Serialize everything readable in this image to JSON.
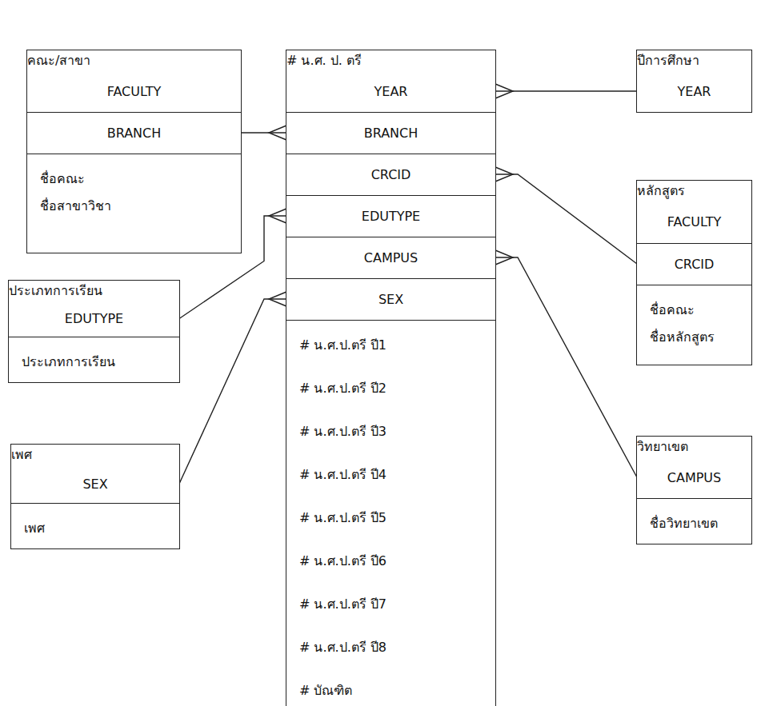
{
  "diagram": {
    "nodes": [
      {
        "text": [
          "คณะ/สาขา"
        ]
      },
      {
        "text": [
          "FACULTY"
        ],
        "in": 0
      },
      {
        "text": [
          "BRANCH"
        ],
        "in": 0
      },
      {
        "text": [
          "ชื่อคณะ",
          "ชื่อสาขาวิชา"
        ],
        "in": 0
      },
      {
        "text": [
          "# น.ศ. ป. ตรี"
        ]
      },
      {
        "text": [
          "YEAR"
        ],
        "in": 4
      },
      {
        "text": [
          "BRANCH"
        ],
        "in": 4
      },
      {
        "text": [
          "CRCID"
        ],
        "in": 4
      },
      {
        "text": [
          "EDUTYPE"
        ],
        "in": 4
      },
      {
        "text": [
          "CAMPUS"
        ],
        "in": 4
      },
      {
        "text": [
          "SEX"
        ],
        "in": 4
      },
      {
        "text": [
          "# น.ศ.ป.ตรี ปี1",
          "# น.ศ.ป.ตรี ปี2",
          "# น.ศ.ป.ตรี ปี3",
          "# น.ศ.ป.ตรี ปี4",
          "# น.ศ.ป.ตรี ปี5",
          "# น.ศ.ป.ตรี ปี6",
          "# น.ศ.ป.ตรี ปี7",
          "# น.ศ.ป.ตรี ปี8",
          "# บัณฑิต"
        ],
        "in": 4
      },
      {
        "text": [
          "ปีการศึกษา"
        ]
      },
      {
        "text": [
          "YEAR"
        ],
        "in": 12
      },
      {
        "text": [
          "หลักสูตร"
        ]
      },
      {
        "text": [
          "FACULTY"
        ],
        "in": 14
      },
      {
        "text": [
          "CRCID"
        ],
        "in": 14
      },
      {
        "text": [
          "ชื่อคณะ",
          "ชื่อหลักสูตร"
        ],
        "in": 14
      },
      {
        "text": [
          "ประเภทการเรียน"
        ]
      },
      {
        "text": [
          "EDUTYPE"
        ],
        "in": 18
      },
      {
        "text": [
          "ประเภทการเรียน"
        ],
        "in": 18
      },
      {
        "text": [
          "เพศ"
        ]
      },
      {
        "text": [
          "SEX"
        ],
        "in": 21
      },
      {
        "text": [
          "เพศ"
        ],
        "in": 21
      },
      {
        "text": [
          "วิทยาเขต"
        ]
      },
      {
        "text": [
          "CAMPUS"
        ],
        "in": 24
      },
      {
        "text": [
          "ชื่อวิทยาเขต"
        ],
        "in": 24
      }
    ],
    "edges": [
      {
        "from": 13,
        "to": 5,
        "arrow": "to"
      },
      {
        "from": 2,
        "to": 6,
        "arrow": "to"
      },
      {
        "from": 16,
        "to": 7,
        "arrow": "to"
      },
      {
        "from": 19,
        "to": 8,
        "arrow": "to"
      },
      {
        "from": 25,
        "to": 9,
        "arrow": "to"
      },
      {
        "from": 22,
        "to": 10,
        "arrow": "to"
      }
    ]
  }
}
